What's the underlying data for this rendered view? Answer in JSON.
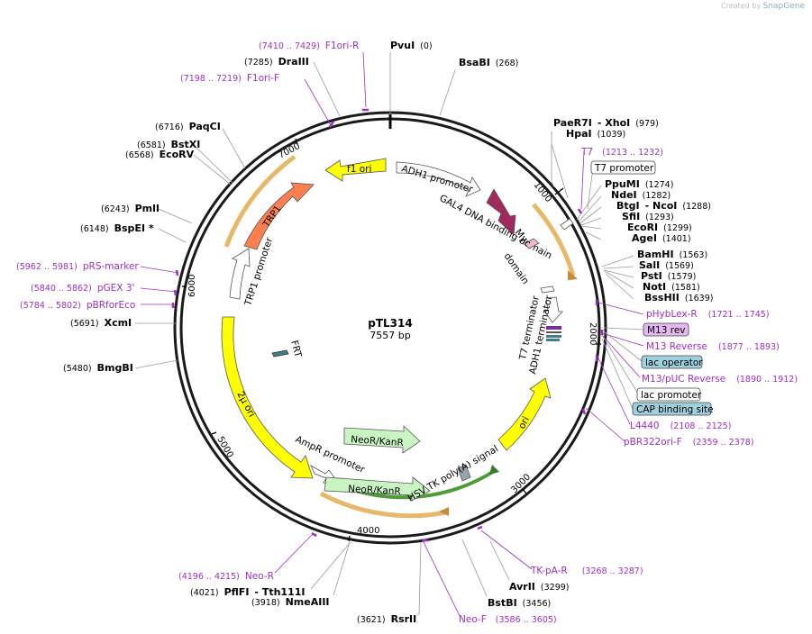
{
  "credit": {
    "prefix": "Created by",
    "brand": "SnapGene"
  },
  "plasmid": {
    "name": "pTL314",
    "length_label": "7557 bp",
    "length": 7557
  },
  "ticks": [
    "1000",
    "2000",
    "3000",
    "4000",
    "5000",
    "6000",
    "7000"
  ],
  "enzymes": [
    {
      "name": "PvuI",
      "pos": "(0)"
    },
    {
      "name": "BsaBI",
      "pos": "(268)"
    },
    {
      "name": "PaeR7I",
      "pos": "(979)",
      "extra": "- XhoI"
    },
    {
      "name": "HpaI",
      "pos": "(1039)"
    },
    {
      "name": "PpuMI",
      "pos": "(1274)"
    },
    {
      "name": "NdeI",
      "pos": "(1282)"
    },
    {
      "name": "BtgI",
      "pos": "(1288)",
      "extra": "- NcoI"
    },
    {
      "name": "SfiI",
      "pos": "(1293)"
    },
    {
      "name": "EcoRI",
      "pos": "(1299)"
    },
    {
      "name": "AgeI",
      "pos": "(1401)"
    },
    {
      "name": "BamHI",
      "pos": "(1563)"
    },
    {
      "name": "SalI",
      "pos": "(1569)"
    },
    {
      "name": "PstI",
      "pos": "(1579)"
    },
    {
      "name": "NotI",
      "pos": "(1581)"
    },
    {
      "name": "BssHII",
      "pos": "(1639)"
    },
    {
      "name": "AvrII",
      "pos": "(3299)"
    },
    {
      "name": "BstBI",
      "pos": "(3456)"
    },
    {
      "name": "RsrII",
      "pos": "(3621)"
    },
    {
      "name": "NmeAIII",
      "pos": "(3918)"
    },
    {
      "name": "PflFI",
      "pos": "(4021)",
      "extra": "- Tth111I"
    },
    {
      "name": "BmgBI",
      "pos": "(5480)"
    },
    {
      "name": "XcmI",
      "pos": "(5691)"
    },
    {
      "name": "BspEI *",
      "pos": "(6148)"
    },
    {
      "name": "PmlI",
      "pos": "(6243)"
    },
    {
      "name": "EcoRV",
      "pos": "(6568)"
    },
    {
      "name": "BstXI",
      "pos": "(6581)"
    },
    {
      "name": "PaqCI",
      "pos": "(6716)"
    },
    {
      "name": "DraIII",
      "pos": "(7285)"
    }
  ],
  "primers": [
    {
      "name": "F1ori-R",
      "pos": "(7410 .. 7429)"
    },
    {
      "name": "F1ori-F",
      "pos": "(7198 .. 7219)"
    },
    {
      "name": "T7",
      "pos": "(1213 .. 1232)"
    },
    {
      "name": "pHybLex-R",
      "pos": "(1721 .. 1745)"
    },
    {
      "name": "M13 Reverse",
      "pos": "(1877 .. 1893)"
    },
    {
      "name": "M13/pUC Reverse",
      "pos": "(1890 .. 1912)"
    },
    {
      "name": "L4440",
      "pos": "(2108 .. 2125)"
    },
    {
      "name": "pBR322ori-F",
      "pos": "(2359 .. 2378)"
    },
    {
      "name": "TK-pA-R",
      "pos": "(3268 .. 3287)"
    },
    {
      "name": "Neo-F",
      "pos": "(3586 .. 3605)"
    },
    {
      "name": "Neo-R",
      "pos": "(4196 .. 4215)"
    },
    {
      "name": "pRS-marker",
      "pos": "(5962 .. 5981)"
    },
    {
      "name": "pGEX 3'",
      "pos": "(5840 .. 5862)"
    },
    {
      "name": "pBRforEco",
      "pos": "(5784 .. 5802)"
    }
  ],
  "boxed_labels": [
    {
      "name": "T7 promoter",
      "fill": "#ffffff"
    },
    {
      "name": "M13 rev",
      "fill": "#e4b9f2"
    },
    {
      "name": "lac operator",
      "fill": "#9fd0dd"
    },
    {
      "name": "lac promoter",
      "fill": "#ffffff"
    },
    {
      "name": "CAP binding site",
      "fill": "#9fd0dd"
    }
  ],
  "features": [
    {
      "name": "f1 ori",
      "color": "#ffff00"
    },
    {
      "name": "ADH1 promoter",
      "color": "#ffffff"
    },
    {
      "name": "GAL4 DNA binding domain",
      "color": "#a02a5e"
    },
    {
      "name": "Myc",
      "color": "#f2b8c6"
    },
    {
      "name": "TRP1",
      "color": "#ff7f50"
    },
    {
      "name": "TRP1 promoter",
      "color": "#ffffff"
    },
    {
      "name": "FRT",
      "color": "#3e7e8c"
    },
    {
      "name": "2μ ori",
      "color": "#ffff00"
    },
    {
      "name": "AmpR promoter",
      "color": "#ffffff"
    },
    {
      "name": "NeoR/KanR",
      "color": "#c9f5c3"
    },
    {
      "name": "HSV TK poly(A) signal",
      "color": "#9aa4ad"
    },
    {
      "name": "ori",
      "color": "#ffff00"
    },
    {
      "name": "T7 terminator",
      "color": "#7a7a7a"
    },
    {
      "name": "ADH1 terminator",
      "color": "#ffffff"
    }
  ],
  "colors": {
    "primer": "#9b2fc7",
    "backbone": "#1a1a1a",
    "orf_outline": "#e8b86a"
  }
}
